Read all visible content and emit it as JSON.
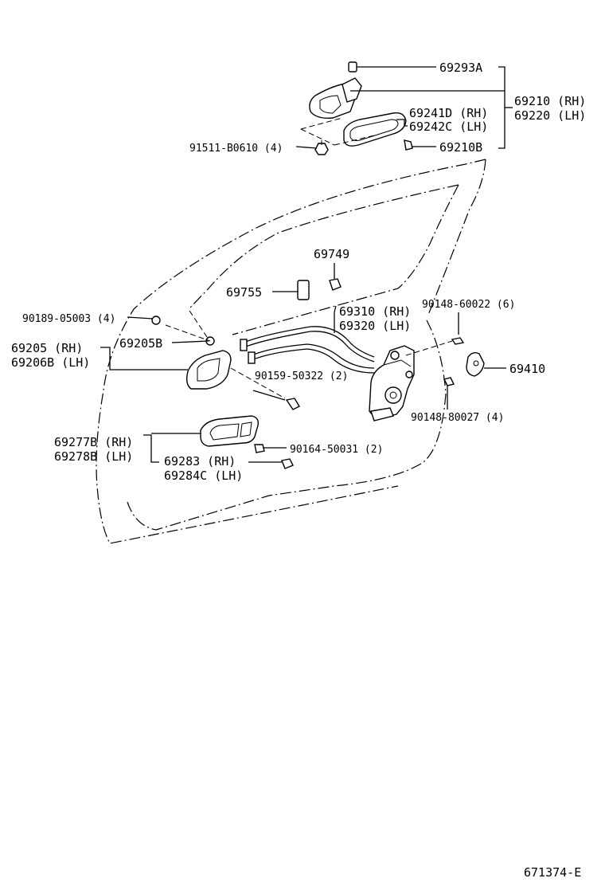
{
  "parts": {
    "p69293A": "69293A",
    "p69210": "69210 (RH)",
    "p69220": "69220 (LH)",
    "p69241D": "69241D (RH)",
    "p69242C": "69242C (LH)",
    "p91511": "91511-B0610 (4)",
    "p69210B": "69210B",
    "p69749": "69749",
    "p69755": "69755",
    "p69310": "69310 (RH)",
    "p69320": "69320 (LH)",
    "p90148_60022": "90148-60022 (6)",
    "p90189": "90189-05003 (4)",
    "p69205": "69205  (RH)",
    "p69206B": "69206B (LH)",
    "p69205B": "69205B",
    "p90159": "90159-50322 (2)",
    "p69410": "69410",
    "p90148_80027": "90148-80027 (4)",
    "p69277B": "69277B (RH)",
    "p69278B": "69278B (LH)",
    "p90164": "90164-50031 (2)",
    "p69283": "69283  (RH)",
    "p69284C": "69284C (LH)"
  },
  "footer": {
    "drawing_number": "671374-E"
  }
}
